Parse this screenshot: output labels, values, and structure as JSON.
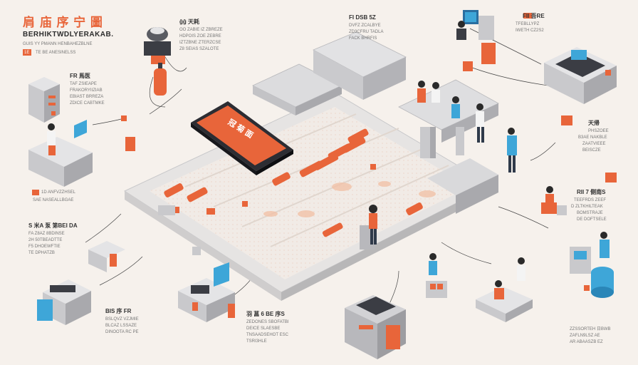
{
  "header": {
    "title": "肩 庙 序 宁 圖",
    "subtitle": "BERHIKTWDLYERAKAB.",
    "tagline": "GUIS YY PMANN HENBAHEZBLNE",
    "index_line": "TE BE ANESINELSS",
    "badge_text": "1E"
  },
  "callouts": [
    {
      "id": "top-center-1",
      "head": "ĝĝ 天耗",
      "lines": [
        "OO ZABIE IZ ZBREZE",
        "HDPOIS ZOE ZEBRE",
        "IZTZBNE ZTERZCSE",
        "Z8 SEIAS SZALOTE"
      ]
    },
    {
      "id": "top-center-2",
      "head": "FI DSB 5Z",
      "lines": [
        "DVFZ ZCALBYE",
        "ZD3CFRU TADLA",
        "FACK BHRFIS"
      ]
    },
    {
      "id": "top-right",
      "head": "FII 吾RE",
      "lines": [
        "TFEBLLYPZ",
        "IWETH CZ2S2"
      ]
    },
    {
      "id": "left-1",
      "head": "FR 馬医",
      "lines": [
        "TAF ZSIEAPE",
        "FRAKORYIIZIAB",
        "EBIAST BRREZA",
        "ZDICE CABTMKE"
      ]
    },
    {
      "id": "left-2",
      "head": "",
      "lines": [
        "1D ANFVZZHSEL",
        "SAE NASEALLBGAE"
      ]
    },
    {
      "id": "left-3",
      "head": "S 米A 泵 第BEI DA",
      "lines": [
        "FA Z8AZ 8BDINSE",
        "2H 50TBEADTTE",
        "F5 DHOEWFTIE",
        "TE DPHATZB"
      ]
    },
    {
      "id": "right-1",
      "head": "天帰",
      "lines": [
        "PHSZOEE",
        "B3AE NAKBLE",
        "ZAATVIEEE",
        "BEISCZE"
      ]
    },
    {
      "id": "right-2",
      "head": "RII 7 侧南S",
      "lines": [
        "TEEFRDS ZEEF",
        "D ZLTKHILTEAK",
        "BOMSTRAJE",
        "DE DOFTSELE"
      ]
    },
    {
      "id": "bottom-left",
      "head": "BIS 序 FR",
      "lines": [
        "BSLQVZ VZJMIE",
        "BLCAZ LSSAZE",
        "DINOOTA RC PE"
      ]
    },
    {
      "id": "bottom-center",
      "head": "羽 菖 6 BE 序S",
      "lines": [
        "ZEDONES SBOFATBI",
        "DEICE SLAESBE",
        "TNSAADSEHOT ESC",
        "TSRI3HLE"
      ]
    },
    {
      "id": "bottom-right",
      "head": "",
      "lines": [
        "ZZSSORTEH 日BWB",
        "ZAFLN9LSZ AE",
        "AR ABAASZB EZ"
      ]
    }
  ],
  "phone": {
    "screen_text": "冠 菊 面"
  },
  "colors": {
    "accent": "#e8653a",
    "background": "#f6f1ec",
    "panel": "#e4e4e6",
    "dark": "#3b3d44",
    "screen": "#3ea6d8"
  }
}
